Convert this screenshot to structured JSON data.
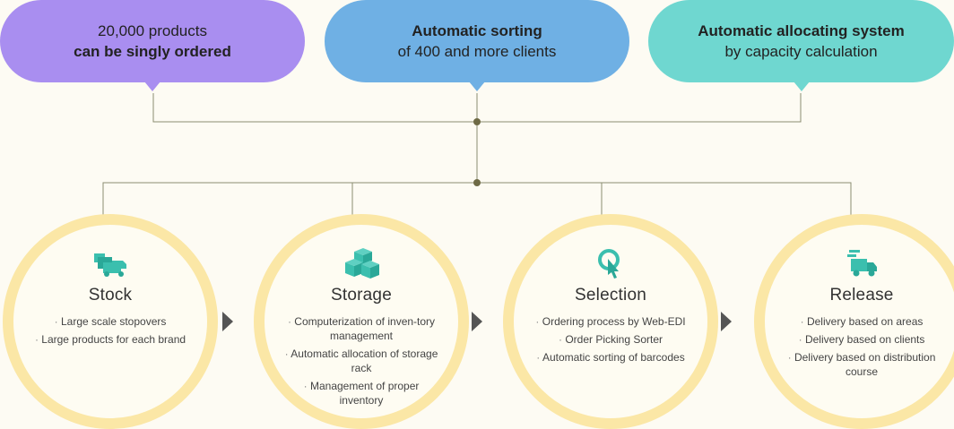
{
  "bubbles": [
    {
      "line1": "20,000 products",
      "line2": "can be singly ordered",
      "color": "#a98ef0"
    },
    {
      "line1": "Automatic sorting",
      "line2": "of 400 and more clients",
      "color": "#6fb0e4"
    },
    {
      "line1": "Automatic allocating system",
      "line2": "by capacity calculation",
      "color": "#6fd7d0"
    }
  ],
  "steps": [
    {
      "title": "Stock",
      "icon": "trucks-icon",
      "items": [
        "Large scale stopovers",
        "Large products for each brand"
      ]
    },
    {
      "title": "Storage",
      "icon": "boxes-icon",
      "items": [
        "Computerization of inven-tory management",
        "Automatic allocation of storage rack",
        "Management of proper inventory"
      ]
    },
    {
      "title": "Selection",
      "icon": "touch-icon",
      "items": [
        "Ordering process by Web-EDI",
        "Order Picking Sorter",
        "Automatic sorting of barcodes"
      ]
    },
    {
      "title": "Release",
      "icon": "delivery-truck-icon",
      "items": [
        "Delivery based on areas",
        "Delivery based on clients",
        "Delivery based on distribution course"
      ]
    }
  ],
  "colors": {
    "icon": "#3bbfae",
    "ring": "#fbe7a6",
    "connector": "#8a8c70",
    "node": "#6e6a45"
  }
}
